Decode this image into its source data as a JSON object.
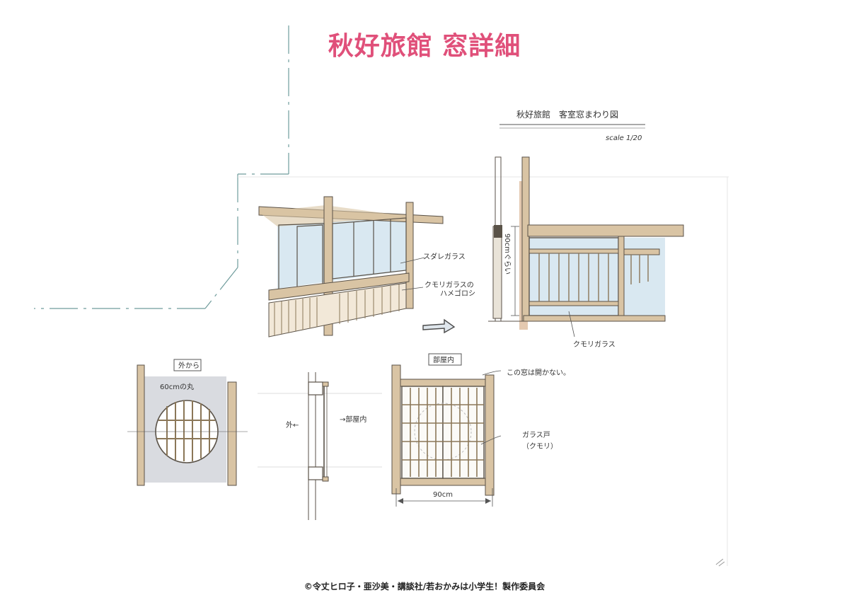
{
  "title": "秋好旅館 窓詳細",
  "copyright": "©令丈ヒロ子・亜沙美・講談社/若おかみは小学生！製作委員会",
  "sheet": {
    "header": "秋好旅館　客室窓まわり図",
    "scale": "scale 1/20"
  },
  "notes": {
    "sudare_glass": "スダレガラス",
    "frosted_glass_fixed_line1": "クモリガラスの",
    "frosted_glass_fixed_line2": "ハメゴロシ",
    "height_label": "90cmぐらい",
    "frosted_glass": "クモリガラス",
    "from_outside": "外から",
    "round_60cm": "60cmの丸",
    "outside": "外←",
    "room_inside": "→部屋内",
    "inside_room": "部屋内",
    "window_not_open": "この窓は開かない。",
    "glass_door_line1": "ガラス戸",
    "glass_door_line2": "（クモリ）",
    "width_90cm": "90cm"
  },
  "colors": {
    "title": "#e0507a",
    "wood": "#d9c4a4",
    "wood_dark": "#b99d78",
    "glass": "#cfe2ee",
    "gray_wall": "#d9dbe0",
    "line": "#5a5248",
    "guide": "#6f9c9c"
  }
}
